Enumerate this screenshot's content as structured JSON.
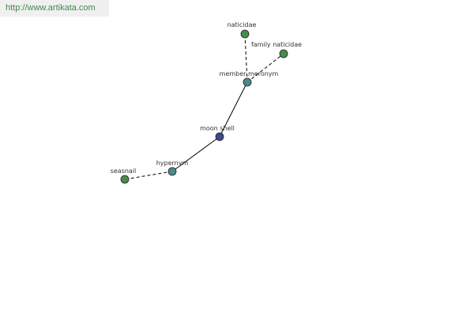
{
  "watermark": {
    "url": "http://www.artikata.com"
  },
  "graph": {
    "nodes": {
      "moon_shell": "moon shell",
      "member_meronym": "member meronym",
      "naticidae": "naticidae",
      "family_naticidae": "family naticidae",
      "hypernym": "hypernym",
      "seasnail": "seasnail"
    },
    "colors": {
      "center_node": "#3b4a8c",
      "relation_node": "#4a8a8a",
      "leaf_node": "#4a8a4a",
      "edge": "#000000",
      "watermark_text": "#3f8a4a"
    }
  }
}
